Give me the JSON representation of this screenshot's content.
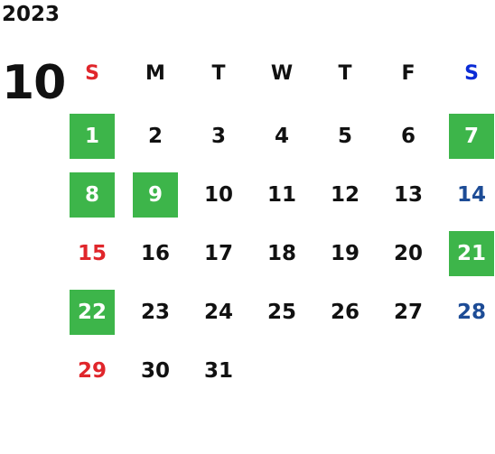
{
  "year": "2023",
  "month": "10",
  "colors": {
    "holiday_bg": "#3db54a",
    "sunday": "#e0262b",
    "saturday": "#1d4c96",
    "sunday_header": "#e0262b",
    "saturday_header": "#0a2bd6",
    "text": "#111111"
  },
  "weekdays": [
    "S",
    "M",
    "T",
    "W",
    "T",
    "F",
    "S"
  ],
  "weeks": [
    [
      {
        "d": "1",
        "h": true
      },
      {
        "d": "2"
      },
      {
        "d": "3"
      },
      {
        "d": "4"
      },
      {
        "d": "5"
      },
      {
        "d": "6"
      },
      {
        "d": "7",
        "h": true
      }
    ],
    [
      {
        "d": "8",
        "h": true
      },
      {
        "d": "9",
        "h": true
      },
      {
        "d": "10"
      },
      {
        "d": "11"
      },
      {
        "d": "12"
      },
      {
        "d": "13"
      },
      {
        "d": "14"
      }
    ],
    [
      {
        "d": "15"
      },
      {
        "d": "16"
      },
      {
        "d": "17"
      },
      {
        "d": "18"
      },
      {
        "d": "19"
      },
      {
        "d": "20"
      },
      {
        "d": "21",
        "h": true
      }
    ],
    [
      {
        "d": "22",
        "h": true
      },
      {
        "d": "23"
      },
      {
        "d": "24"
      },
      {
        "d": "25"
      },
      {
        "d": "26"
      },
      {
        "d": "27"
      },
      {
        "d": "28"
      }
    ],
    [
      {
        "d": "29"
      },
      {
        "d": "30"
      },
      {
        "d": "31"
      },
      {
        "d": ""
      },
      {
        "d": ""
      },
      {
        "d": ""
      },
      {
        "d": ""
      }
    ]
  ]
}
